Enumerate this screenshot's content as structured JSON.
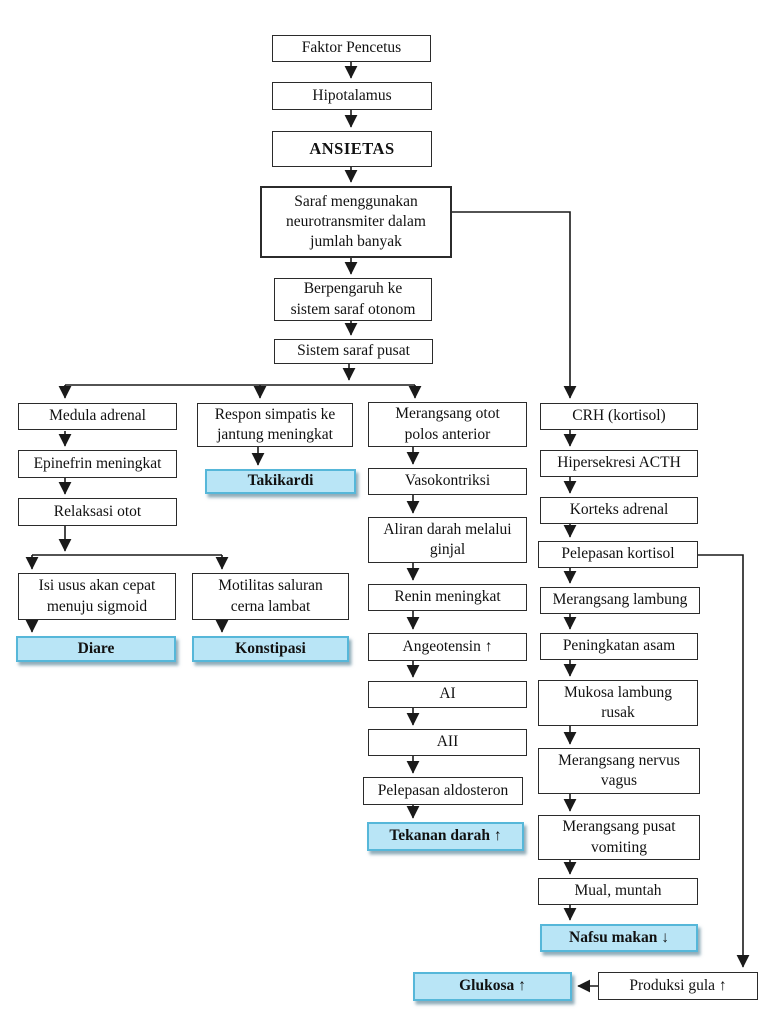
{
  "diagram": {
    "language": "Indonesian",
    "highlight_fill": "#b9e5f6",
    "highlight_border": "#56b7d9",
    "box_border": "#2b2b2b",
    "arrow_color": "#1a1a1a"
  },
  "nodes": {
    "faktor_pencetus": {
      "label": "Faktor Pencetus"
    },
    "hipotalamus": {
      "label": "Hipotalamus"
    },
    "ansietas": {
      "label": "ANSIETAS"
    },
    "saraf_neurotransmiter": {
      "label": "Saraf menggunakan neurotransmiter dalam jumlah banyak"
    },
    "berpengaruh_otonom": {
      "label": "Berpengaruh ke sistem saraf otonom"
    },
    "sistem_saraf_pusat": {
      "label": "Sistem saraf pusat"
    },
    "medula_adrenal": {
      "label": "Medula adrenal"
    },
    "epinefrin_meningkat": {
      "label": "Epinefrin meningkat"
    },
    "relaksasi_otot": {
      "label": "Relaksasi otot"
    },
    "isi_usus": {
      "label": "Isi usus akan cepat menuju sigmoid"
    },
    "motilitas": {
      "label": "Motilitas saluran cerna lambat"
    },
    "diare": {
      "label": "Diare"
    },
    "konstipasi": {
      "label": "Konstipasi"
    },
    "respon_simpatis": {
      "label": "Respon simpatis ke jantung meningkat"
    },
    "takikardi": {
      "label": "Takikardi"
    },
    "merangsang_otot_polos": {
      "label": "Merangsang otot polos anterior"
    },
    "vasokontriksi": {
      "label": "Vasokontriksi"
    },
    "aliran_darah_ginjal": {
      "label": "Aliran darah melalui ginjal"
    },
    "renin_meningkat": {
      "label": "Renin meningkat"
    },
    "angeotensin": {
      "label": "Angeotensin ↑"
    },
    "ai": {
      "label": "AI"
    },
    "aii": {
      "label": "AII"
    },
    "pelepasan_aldosteron": {
      "label": "Pelepasan aldosteron"
    },
    "tekanan_darah": {
      "label": "Tekanan darah ↑"
    },
    "crh_kortisol": {
      "label": "CRH (kortisol)"
    },
    "hipersekresi_acth": {
      "label": "Hipersekresi ACTH"
    },
    "korteks_adrenal": {
      "label": "Korteks adrenal"
    },
    "pelepasan_kortisol": {
      "label": "Pelepasan kortisol"
    },
    "merangsang_lambung": {
      "label": "Merangsang lambung"
    },
    "peningkatan_asam": {
      "label": "Peningkatan asam"
    },
    "mukosa_lambung_rusak": {
      "label": "Mukosa lambung rusak"
    },
    "merangsang_nervus_vagus": {
      "label": "Merangsang nervus vagus"
    },
    "merangsang_pusat_vomiting": {
      "label": "Merangsang pusat vomiting"
    },
    "mual_muntah": {
      "label": "Mual, muntah"
    },
    "nafsu_makan": {
      "label": "Nafsu makan ↓"
    },
    "glukosa": {
      "label": "Glukosa ↑"
    },
    "produksi_gula": {
      "label": "Produksi gula ↑"
    }
  }
}
